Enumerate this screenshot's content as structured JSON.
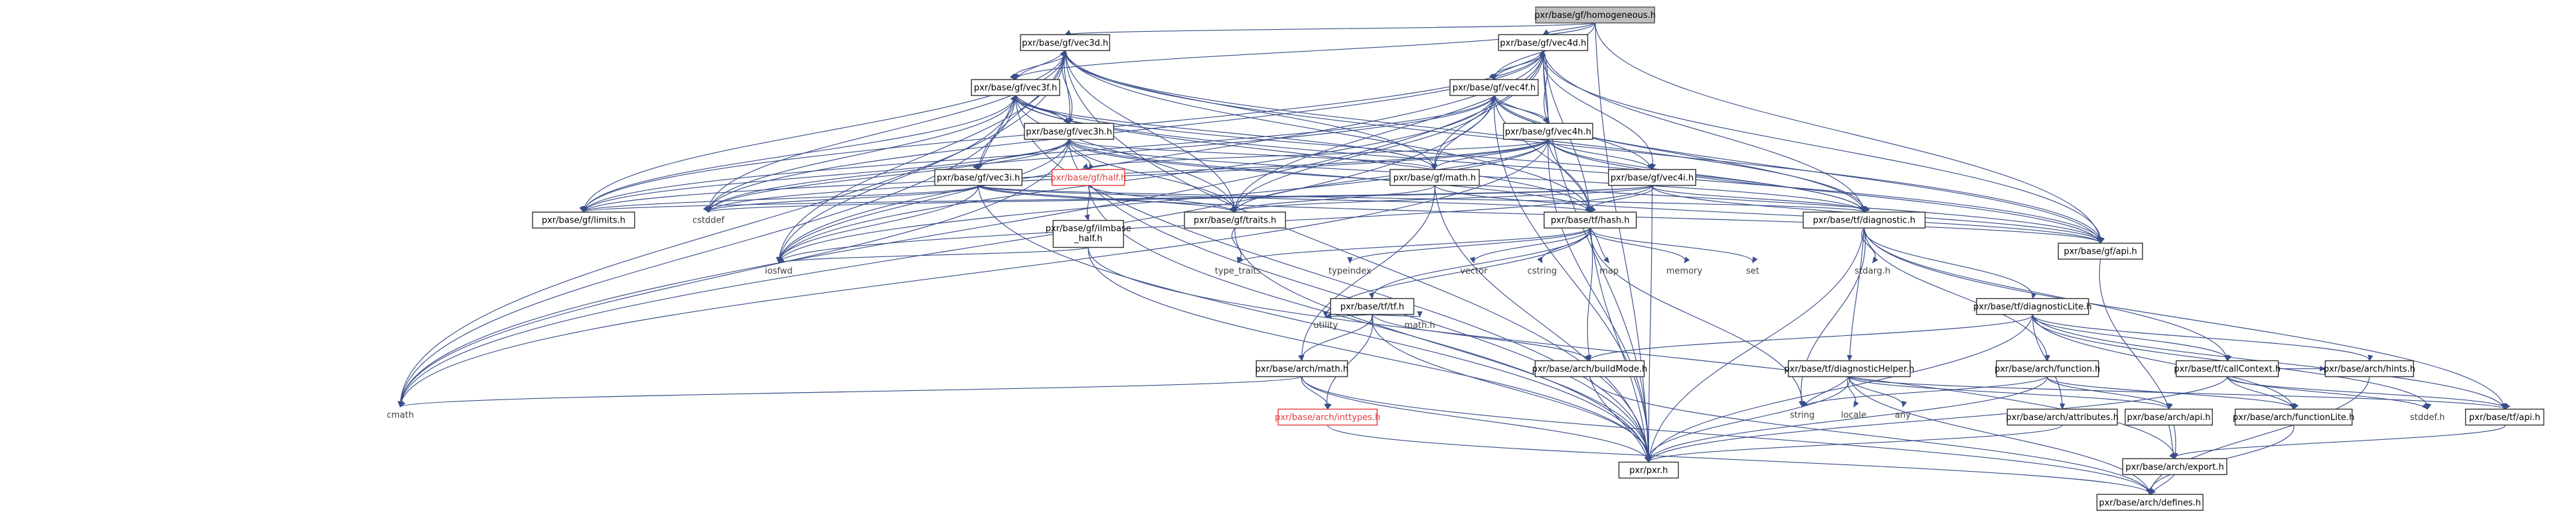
{
  "colors": {
    "edge": "#3a4f8a",
    "root_fill": "#bfbfbf",
    "missing_border": "#e23c3c",
    "node_border": "#333333"
  },
  "nodes": [
    {
      "id": "homogeneous",
      "label": "pxr/base/gf/homogeneous.h",
      "kind": "root"
    },
    {
      "id": "vec3d",
      "label": "pxr/base/gf/vec3d.h",
      "kind": "file"
    },
    {
      "id": "vec4d",
      "label": "pxr/base/gf/vec4d.h",
      "kind": "file"
    },
    {
      "id": "vec3f",
      "label": "pxr/base/gf/vec3f.h",
      "kind": "file"
    },
    {
      "id": "vec4f",
      "label": "pxr/base/gf/vec4f.h",
      "kind": "file"
    },
    {
      "id": "vec3h",
      "label": "pxr/base/gf/vec3h.h",
      "kind": "file"
    },
    {
      "id": "vec4h",
      "label": "pxr/base/gf/vec4h.h",
      "kind": "file"
    },
    {
      "id": "vec3i",
      "label": "pxr/base/gf/vec3i.h",
      "kind": "file"
    },
    {
      "id": "half",
      "label": "pxr/base/gf/half.h",
      "kind": "missing"
    },
    {
      "id": "gfmath",
      "label": "pxr/base/gf/math.h",
      "kind": "file"
    },
    {
      "id": "vec4i",
      "label": "pxr/base/gf/vec4i.h",
      "kind": "file"
    },
    {
      "id": "ilmhalf",
      "label": "pxr/base/gf/ilmbase\n_half.h",
      "kind": "file"
    },
    {
      "id": "limits",
      "label": "pxr/base/gf/limits.h",
      "kind": "file"
    },
    {
      "id": "cstddef",
      "label": "cstddef",
      "kind": "system"
    },
    {
      "id": "traits",
      "label": "pxr/base/gf/traits.h",
      "kind": "file"
    },
    {
      "id": "hash",
      "label": "pxr/base/tf/hash.h",
      "kind": "file"
    },
    {
      "id": "diagnostic",
      "label": "pxr/base/tf/diagnostic.h",
      "kind": "file"
    },
    {
      "id": "gfapi",
      "label": "pxr/base/gf/api.h",
      "kind": "file"
    },
    {
      "id": "iosfwd",
      "label": "iosfwd",
      "kind": "system"
    },
    {
      "id": "type_traits",
      "label": "type_traits",
      "kind": "system"
    },
    {
      "id": "typeindex",
      "label": "typeindex",
      "kind": "system"
    },
    {
      "id": "vector",
      "label": "vector",
      "kind": "system"
    },
    {
      "id": "cstring",
      "label": "cstring",
      "kind": "system"
    },
    {
      "id": "map",
      "label": "map",
      "kind": "system"
    },
    {
      "id": "memory",
      "label": "memory",
      "kind": "system"
    },
    {
      "id": "set",
      "label": "set",
      "kind": "system"
    },
    {
      "id": "stdarg",
      "label": "stdarg.h",
      "kind": "system"
    },
    {
      "id": "tftf",
      "label": "pxr/base/tf/tf.h",
      "kind": "file"
    },
    {
      "id": "diaglite",
      "label": "pxr/base/tf/diagnosticLite.h",
      "kind": "file"
    },
    {
      "id": "utility",
      "label": "utility",
      "kind": "system"
    },
    {
      "id": "mathh",
      "label": "math.h",
      "kind": "system"
    },
    {
      "id": "archmath",
      "label": "pxr/base/arch/math.h",
      "kind": "file"
    },
    {
      "id": "buildmode",
      "label": "pxr/base/arch/buildMode.h",
      "kind": "file"
    },
    {
      "id": "diaghelper",
      "label": "pxr/base/tf/diagnosticHelper.h",
      "kind": "file"
    },
    {
      "id": "archfunction",
      "label": "pxr/base/arch/function.h",
      "kind": "file"
    },
    {
      "id": "callcontext",
      "label": "pxr/base/tf/callContext.h",
      "kind": "file"
    },
    {
      "id": "hints",
      "label": "pxr/base/arch/hints.h",
      "kind": "file"
    },
    {
      "id": "cmath",
      "label": "cmath",
      "kind": "system"
    },
    {
      "id": "inttypes",
      "label": "pxr/base/arch/inttypes.h",
      "kind": "missing"
    },
    {
      "id": "string",
      "label": "string",
      "kind": "system"
    },
    {
      "id": "locale",
      "label": "locale",
      "kind": "system"
    },
    {
      "id": "any",
      "label": "any",
      "kind": "system"
    },
    {
      "id": "attributes",
      "label": "pxr/base/arch/attributes.h",
      "kind": "file"
    },
    {
      "id": "archapi",
      "label": "pxr/base/arch/api.h",
      "kind": "file"
    },
    {
      "id": "functionlite",
      "label": "pxr/base/arch/functionLite.h",
      "kind": "file"
    },
    {
      "id": "stddef",
      "label": "stddef.h",
      "kind": "system"
    },
    {
      "id": "tfapi",
      "label": "pxr/base/tf/api.h",
      "kind": "file"
    },
    {
      "id": "pxr",
      "label": "pxr/pxr.h",
      "kind": "file"
    },
    {
      "id": "archexport",
      "label": "pxr/base/arch/export.h",
      "kind": "file"
    },
    {
      "id": "defines",
      "label": "pxr/base/arch/defines.h",
      "kind": "file"
    }
  ],
  "edges": [
    [
      "homogeneous",
      "vec3d"
    ],
    [
      "homogeneous",
      "vec4d"
    ],
    [
      "homogeneous",
      "vec3f"
    ],
    [
      "homogeneous",
      "vec4f"
    ],
    [
      "homogeneous",
      "gfapi"
    ],
    [
      "homogeneous",
      "pxr"
    ],
    [
      "vec3d",
      "vec3f"
    ],
    [
      "vec3d",
      "vec3h"
    ],
    [
      "vec3d",
      "vec3i"
    ],
    [
      "vec3d",
      "limits"
    ],
    [
      "vec3d",
      "cstddef"
    ],
    [
      "vec3d",
      "traits"
    ],
    [
      "vec3d",
      "gfmath"
    ],
    [
      "vec3d",
      "hash"
    ],
    [
      "vec3d",
      "diagnostic"
    ],
    [
      "vec3d",
      "gfapi"
    ],
    [
      "vec3d",
      "iosfwd"
    ],
    [
      "vec3d",
      "cmath"
    ],
    [
      "vec3d",
      "pxr"
    ],
    [
      "vec3f",
      "vec3d"
    ],
    [
      "vec3f",
      "vec3h"
    ],
    [
      "vec3f",
      "vec3i"
    ],
    [
      "vec3f",
      "limits"
    ],
    [
      "vec3f",
      "cstddef"
    ],
    [
      "vec3f",
      "traits"
    ],
    [
      "vec3f",
      "gfmath"
    ],
    [
      "vec3f",
      "hash"
    ],
    [
      "vec3f",
      "diagnostic"
    ],
    [
      "vec3f",
      "gfapi"
    ],
    [
      "vec3f",
      "iosfwd"
    ],
    [
      "vec3f",
      "cmath"
    ],
    [
      "vec3f",
      "pxr"
    ],
    [
      "vec3h",
      "vec3d"
    ],
    [
      "vec3h",
      "vec3f"
    ],
    [
      "vec3h",
      "vec3i"
    ],
    [
      "vec3h",
      "half"
    ],
    [
      "vec3h",
      "limits"
    ],
    [
      "vec3h",
      "cstddef"
    ],
    [
      "vec3h",
      "traits"
    ],
    [
      "vec3h",
      "gfmath"
    ],
    [
      "vec3h",
      "hash"
    ],
    [
      "vec3h",
      "diagnostic"
    ],
    [
      "vec3h",
      "gfapi"
    ],
    [
      "vec3h",
      "iosfwd"
    ],
    [
      "vec3h",
      "cmath"
    ],
    [
      "vec3h",
      "pxr"
    ],
    [
      "vec3i",
      "limits"
    ],
    [
      "vec3i",
      "cstddef"
    ],
    [
      "vec3i",
      "traits"
    ],
    [
      "vec3i",
      "hash"
    ],
    [
      "vec3i",
      "diagnostic"
    ],
    [
      "vec3i",
      "gfapi"
    ],
    [
      "vec3i",
      "iosfwd"
    ],
    [
      "vec3i",
      "pxr"
    ],
    [
      "vec4d",
      "vec4f"
    ],
    [
      "vec4d",
      "vec4h"
    ],
    [
      "vec4d",
      "vec4i"
    ],
    [
      "vec4d",
      "limits"
    ],
    [
      "vec4d",
      "cstddef"
    ],
    [
      "vec4d",
      "traits"
    ],
    [
      "vec4d",
      "gfmath"
    ],
    [
      "vec4d",
      "hash"
    ],
    [
      "vec4d",
      "diagnostic"
    ],
    [
      "vec4d",
      "gfapi"
    ],
    [
      "vec4d",
      "iosfwd"
    ],
    [
      "vec4d",
      "cmath"
    ],
    [
      "vec4d",
      "pxr"
    ],
    [
      "vec4f",
      "vec4d"
    ],
    [
      "vec4f",
      "vec4h"
    ],
    [
      "vec4f",
      "vec4i"
    ],
    [
      "vec4f",
      "limits"
    ],
    [
      "vec4f",
      "cstddef"
    ],
    [
      "vec4f",
      "traits"
    ],
    [
      "vec4f",
      "gfmath"
    ],
    [
      "vec4f",
      "hash"
    ],
    [
      "vec4f",
      "diagnostic"
    ],
    [
      "vec4f",
      "gfapi"
    ],
    [
      "vec4f",
      "iosfwd"
    ],
    [
      "vec4f",
      "cmath"
    ],
    [
      "vec4f",
      "pxr"
    ],
    [
      "vec4h",
      "vec4d"
    ],
    [
      "vec4h",
      "vec4f"
    ],
    [
      "vec4h",
      "vec4i"
    ],
    [
      "vec4h",
      "half"
    ],
    [
      "vec4h",
      "limits"
    ],
    [
      "vec4h",
      "cstddef"
    ],
    [
      "vec4h",
      "traits"
    ],
    [
      "vec4h",
      "gfmath"
    ],
    [
      "vec4h",
      "hash"
    ],
    [
      "vec4h",
      "diagnostic"
    ],
    [
      "vec4h",
      "gfapi"
    ],
    [
      "vec4h",
      "iosfwd"
    ],
    [
      "vec4h",
      "cmath"
    ],
    [
      "vec4h",
      "pxr"
    ],
    [
      "vec4i",
      "limits"
    ],
    [
      "vec4i",
      "cstddef"
    ],
    [
      "vec4i",
      "traits"
    ],
    [
      "vec4i",
      "hash"
    ],
    [
      "vec4i",
      "diagnostic"
    ],
    [
      "vec4i",
      "gfapi"
    ],
    [
      "vec4i",
      "iosfwd"
    ],
    [
      "vec4i",
      "pxr"
    ],
    [
      "half",
      "ilmhalf"
    ],
    [
      "half",
      "traits"
    ],
    [
      "half",
      "pxr"
    ],
    [
      "ilmhalf",
      "iosfwd"
    ],
    [
      "ilmhalf",
      "pxr"
    ],
    [
      "ilmhalf",
      "archexport"
    ],
    [
      "gfmath",
      "traits"
    ],
    [
      "gfmath",
      "archmath"
    ],
    [
      "gfmath",
      "gfapi"
    ],
    [
      "gfmath",
      "pxr"
    ],
    [
      "traits",
      "type_traits"
    ],
    [
      "traits",
      "pxr"
    ],
    [
      "hash",
      "type_traits"
    ],
    [
      "hash",
      "typeindex"
    ],
    [
      "hash",
      "vector"
    ],
    [
      "hash",
      "cstring"
    ],
    [
      "hash",
      "map"
    ],
    [
      "hash",
      "memory"
    ],
    [
      "hash",
      "set"
    ],
    [
      "hash",
      "string"
    ],
    [
      "hash",
      "utility"
    ],
    [
      "hash",
      "tftf"
    ],
    [
      "hash",
      "buildmode"
    ],
    [
      "hash",
      "pxr"
    ],
    [
      "diagnostic",
      "stdarg"
    ],
    [
      "diagnostic",
      "diaglite"
    ],
    [
      "diagnostic",
      "diaghelper"
    ],
    [
      "diagnostic",
      "archfunction"
    ],
    [
      "diagnostic",
      "callcontext"
    ],
    [
      "diagnostic",
      "tfapi"
    ],
    [
      "diagnostic",
      "string"
    ],
    [
      "diagnostic",
      "pxr"
    ],
    [
      "diaglite",
      "callcontext"
    ],
    [
      "diaglite",
      "hints"
    ],
    [
      "diaglite",
      "attributes"
    ],
    [
      "diaglite",
      "functionlite"
    ],
    [
      "diaglite",
      "buildmode"
    ],
    [
      "diaglite",
      "tfapi"
    ],
    [
      "diaglite",
      "stddef"
    ],
    [
      "diaglite",
      "pxr"
    ],
    [
      "tftf",
      "utility"
    ],
    [
      "tftf",
      "mathh"
    ],
    [
      "tftf",
      "archmath"
    ],
    [
      "tftf",
      "inttypes"
    ],
    [
      "tftf",
      "buildmode"
    ],
    [
      "tftf",
      "pxr"
    ],
    [
      "archmath",
      "cmath"
    ],
    [
      "archmath",
      "inttypes"
    ],
    [
      "archmath",
      "defines"
    ],
    [
      "archmath",
      "pxr"
    ],
    [
      "buildmode",
      "defines"
    ],
    [
      "buildmode",
      "pxr"
    ],
    [
      "diaghelper",
      "string"
    ],
    [
      "diaghelper",
      "locale"
    ],
    [
      "diaghelper",
      "any"
    ],
    [
      "diaghelper",
      "archapi"
    ],
    [
      "diaghelper",
      "tfapi"
    ],
    [
      "diaghelper",
      "defines"
    ],
    [
      "diaghelper",
      "pxr"
    ],
    [
      "archfunction",
      "string"
    ],
    [
      "archfunction",
      "functionlite"
    ],
    [
      "archfunction",
      "archapi"
    ],
    [
      "archfunction",
      "pxr"
    ],
    [
      "callcontext",
      "functionlite"
    ],
    [
      "callcontext",
      "hints"
    ],
    [
      "callcontext",
      "stddef"
    ],
    [
      "callcontext",
      "tfapi"
    ],
    [
      "callcontext",
      "pxr"
    ],
    [
      "hints",
      "defines"
    ],
    [
      "attributes",
      "pxr"
    ],
    [
      "archapi",
      "archexport"
    ],
    [
      "functionlite",
      "defines"
    ],
    [
      "tfapi",
      "archexport"
    ],
    [
      "gfapi",
      "archexport"
    ],
    [
      "archexport",
      "defines"
    ],
    [
      "inttypes",
      "defines"
    ]
  ]
}
